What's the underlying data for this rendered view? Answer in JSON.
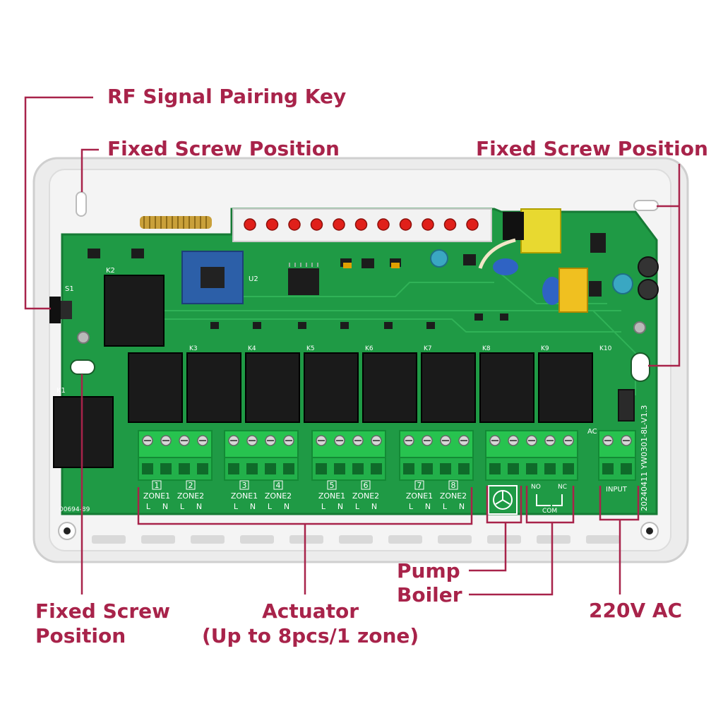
{
  "callouts": {
    "rf_key": "RF Signal Pairing Key",
    "screw_top_left": "Fixed Screw Position",
    "screw_top_right": "Fixed Screw Position",
    "screw_bottom_left": "Fixed Screw\nPosition",
    "actuator": "Actuator\n(Up to 8pcs/1 zone)",
    "pump": "Pump",
    "boiler": "Boiler",
    "power": "220V AC"
  },
  "board": {
    "relay_labels": [
      "K3",
      "K4",
      "K5",
      "K6",
      "K7",
      "K8",
      "K9",
      "K10"
    ],
    "left_relay_labels": [
      "K2",
      "K1"
    ],
    "switch_label": "S1",
    "antenna_module_label": "U2",
    "serial": "00694-89",
    "version": "20240411  YW0301-8L-V1.3",
    "input_label": "INPUT",
    "ac_label": "AC",
    "relay_contacts": {
      "no": "NO",
      "nc": "NC",
      "com": "COM"
    },
    "zones": [
      {
        "number": "1",
        "name": "ZONE1"
      },
      {
        "number": "2",
        "name": "ZONE2"
      },
      {
        "number": "3",
        "name": "ZONE1"
      },
      {
        "number": "4",
        "name": "ZONE2"
      },
      {
        "number": "5",
        "name": "ZONE1"
      },
      {
        "number": "6",
        "name": "ZONE2"
      },
      {
        "number": "7",
        "name": "ZONE1"
      },
      {
        "number": "8",
        "name": "ZONE2"
      }
    ],
    "terminal_poles": [
      "L",
      "N"
    ],
    "led_count": 11
  },
  "colors": {
    "callout": "#a8234a",
    "pcb": "#1f9a45",
    "terminal": "#27c34f",
    "relay": "#1a1a1a",
    "led": "#e0201a",
    "housing": "#ececec"
  }
}
